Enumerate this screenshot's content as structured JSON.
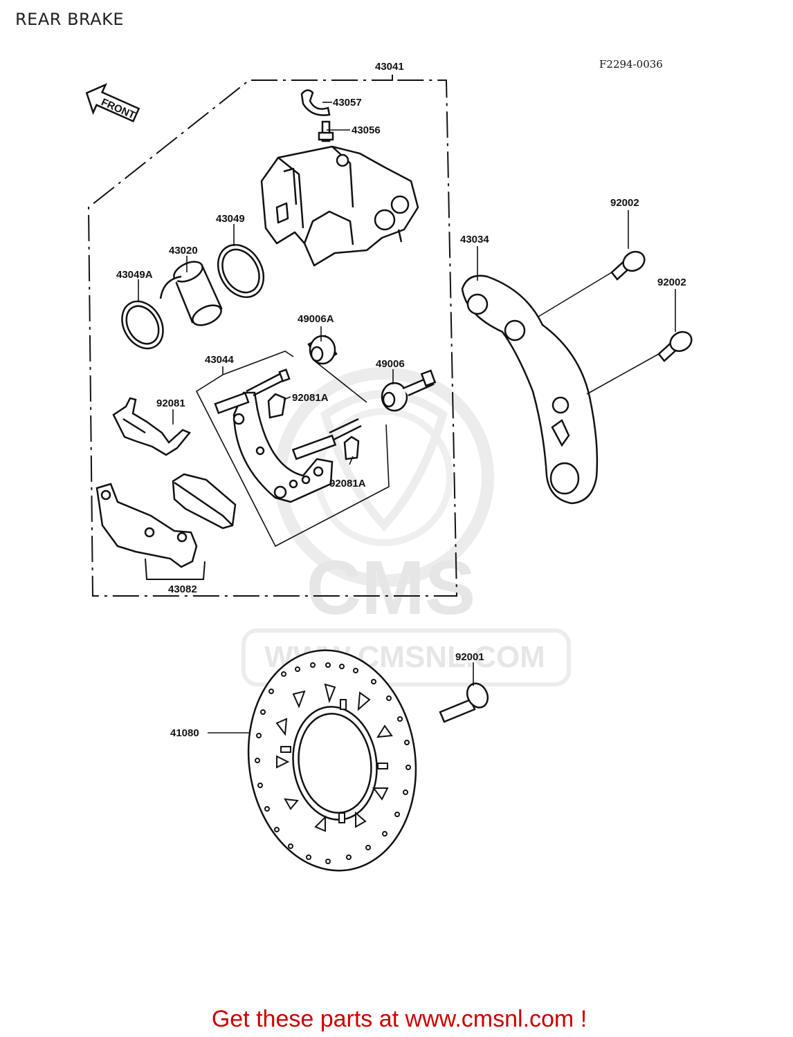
{
  "page": {
    "title": "REAR BRAKE",
    "diagram_code": "F2294-0036",
    "front_arrow_label": "FRONT",
    "footer": "Get these parts at www.cmsnl.com !"
  },
  "watermark": {
    "brand": "CMS",
    "url": "WWW.CMSNL.COM"
  },
  "parts": [
    {
      "id": "43041"
    },
    {
      "id": "43057"
    },
    {
      "id": "43056"
    },
    {
      "id": "43049"
    },
    {
      "id": "43020"
    },
    {
      "id": "43049A"
    },
    {
      "id": "49006A"
    },
    {
      "id": "43044"
    },
    {
      "id": "49006"
    },
    {
      "id": "92081"
    },
    {
      "id": "92081A"
    },
    {
      "id": "92081A"
    },
    {
      "id": "43082"
    },
    {
      "id": "43034"
    },
    {
      "id": "92002"
    },
    {
      "id": "92002"
    },
    {
      "id": "92001"
    },
    {
      "id": "41080"
    }
  ],
  "colors": {
    "line": "#111111",
    "footer": "#cc0000",
    "watermark": "#e6e6e6"
  }
}
